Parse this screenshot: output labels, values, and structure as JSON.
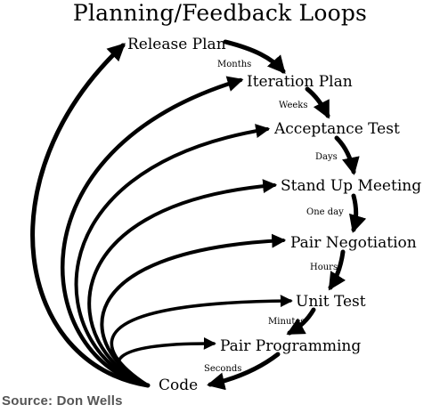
{
  "title": "Planning/Feedback Loops",
  "nodes": {
    "release_plan": "Release Plan",
    "iteration_plan": "Iteration Plan",
    "acceptance_test": "Acceptance Test",
    "stand_up_meeting": "Stand Up Meeting",
    "pair_negotiation": "Pair Negotiation",
    "unit_test": "Unit Test",
    "pair_programming": "Pair Programming",
    "code": "Code"
  },
  "intervals": {
    "months": "Months",
    "weeks": "Weeks",
    "days": "Days",
    "one_day": "One day",
    "hours": "Hours",
    "minutes": "Minutes",
    "seconds": "Seconds"
  },
  "source": "Source: Don Wells",
  "colors": {
    "line": "#000000",
    "source_text": "#555555"
  }
}
